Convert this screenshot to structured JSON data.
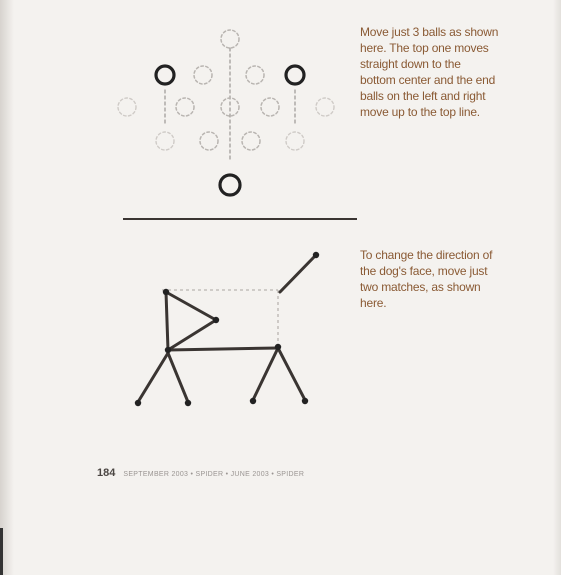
{
  "caption_ball": "Move just 3 balls as shown\nhere. The top one moves\nstraight down to the\nbottom center and the end\nballs on the left and right\nmove up to the top line.",
  "caption_dog": "To change the direction of\nthe dog's face, move just\ntwo matches, as shown\nhere.",
  "footer": {
    "page_number": "184",
    "running_text": "SEPTEMBER 2003 • SPIDER • JUNE 2003 • SPIDER"
  },
  "colors": {
    "text": "#8a5a34",
    "rule": "#3a3532",
    "solid_ball": "#222222",
    "dashed_ball": "#b9b5b1",
    "match": "#3a3532"
  }
}
